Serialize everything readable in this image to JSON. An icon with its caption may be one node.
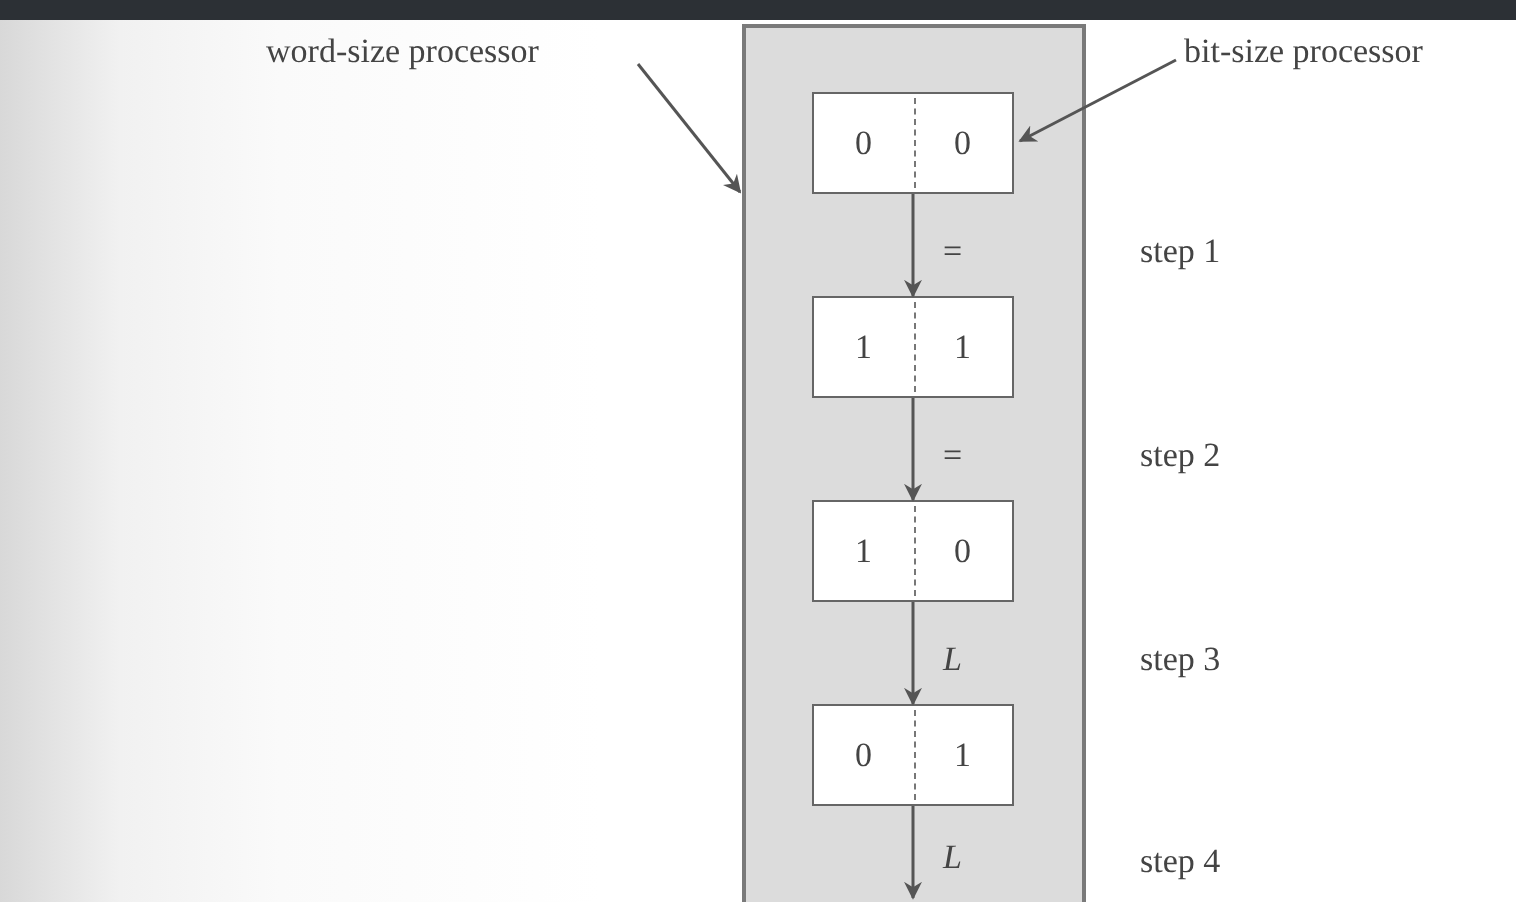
{
  "diagram": {
    "nodes": [
      {
        "text": [],
        "shape": "box"
      },
      {
        "text": [
          "word-size processor"
        ]
      },
      {
        "text": [
          "bit-size processor"
        ]
      },
      {
        "text": [
          "0",
          "0"
        ],
        "in": 0
      },
      {
        "text": [
          "1",
          "1"
        ],
        "in": 0
      },
      {
        "text": [
          "1",
          "0"
        ],
        "in": 0
      },
      {
        "text": [
          "0",
          "1"
        ],
        "in": 0
      }
    ],
    "edges": [
      {
        "from": 1,
        "to": 0,
        "arrow": "to"
      },
      {
        "from": 2,
        "to": 3,
        "arrow": "to"
      },
      {
        "from": 3,
        "to": 4,
        "arrow": "to",
        "label": "="
      },
      {
        "from": 4,
        "to": 5,
        "arrow": "to",
        "label": "="
      },
      {
        "from": 5,
        "to": 6,
        "arrow": "to",
        "label": "*L*"
      },
      {
        "from": 6,
        "to": null,
        "arrow": "to",
        "label": "*L*"
      }
    ],
    "labels": [
      "step 1",
      "step 2",
      "step 3",
      "step 4"
    ]
  }
}
